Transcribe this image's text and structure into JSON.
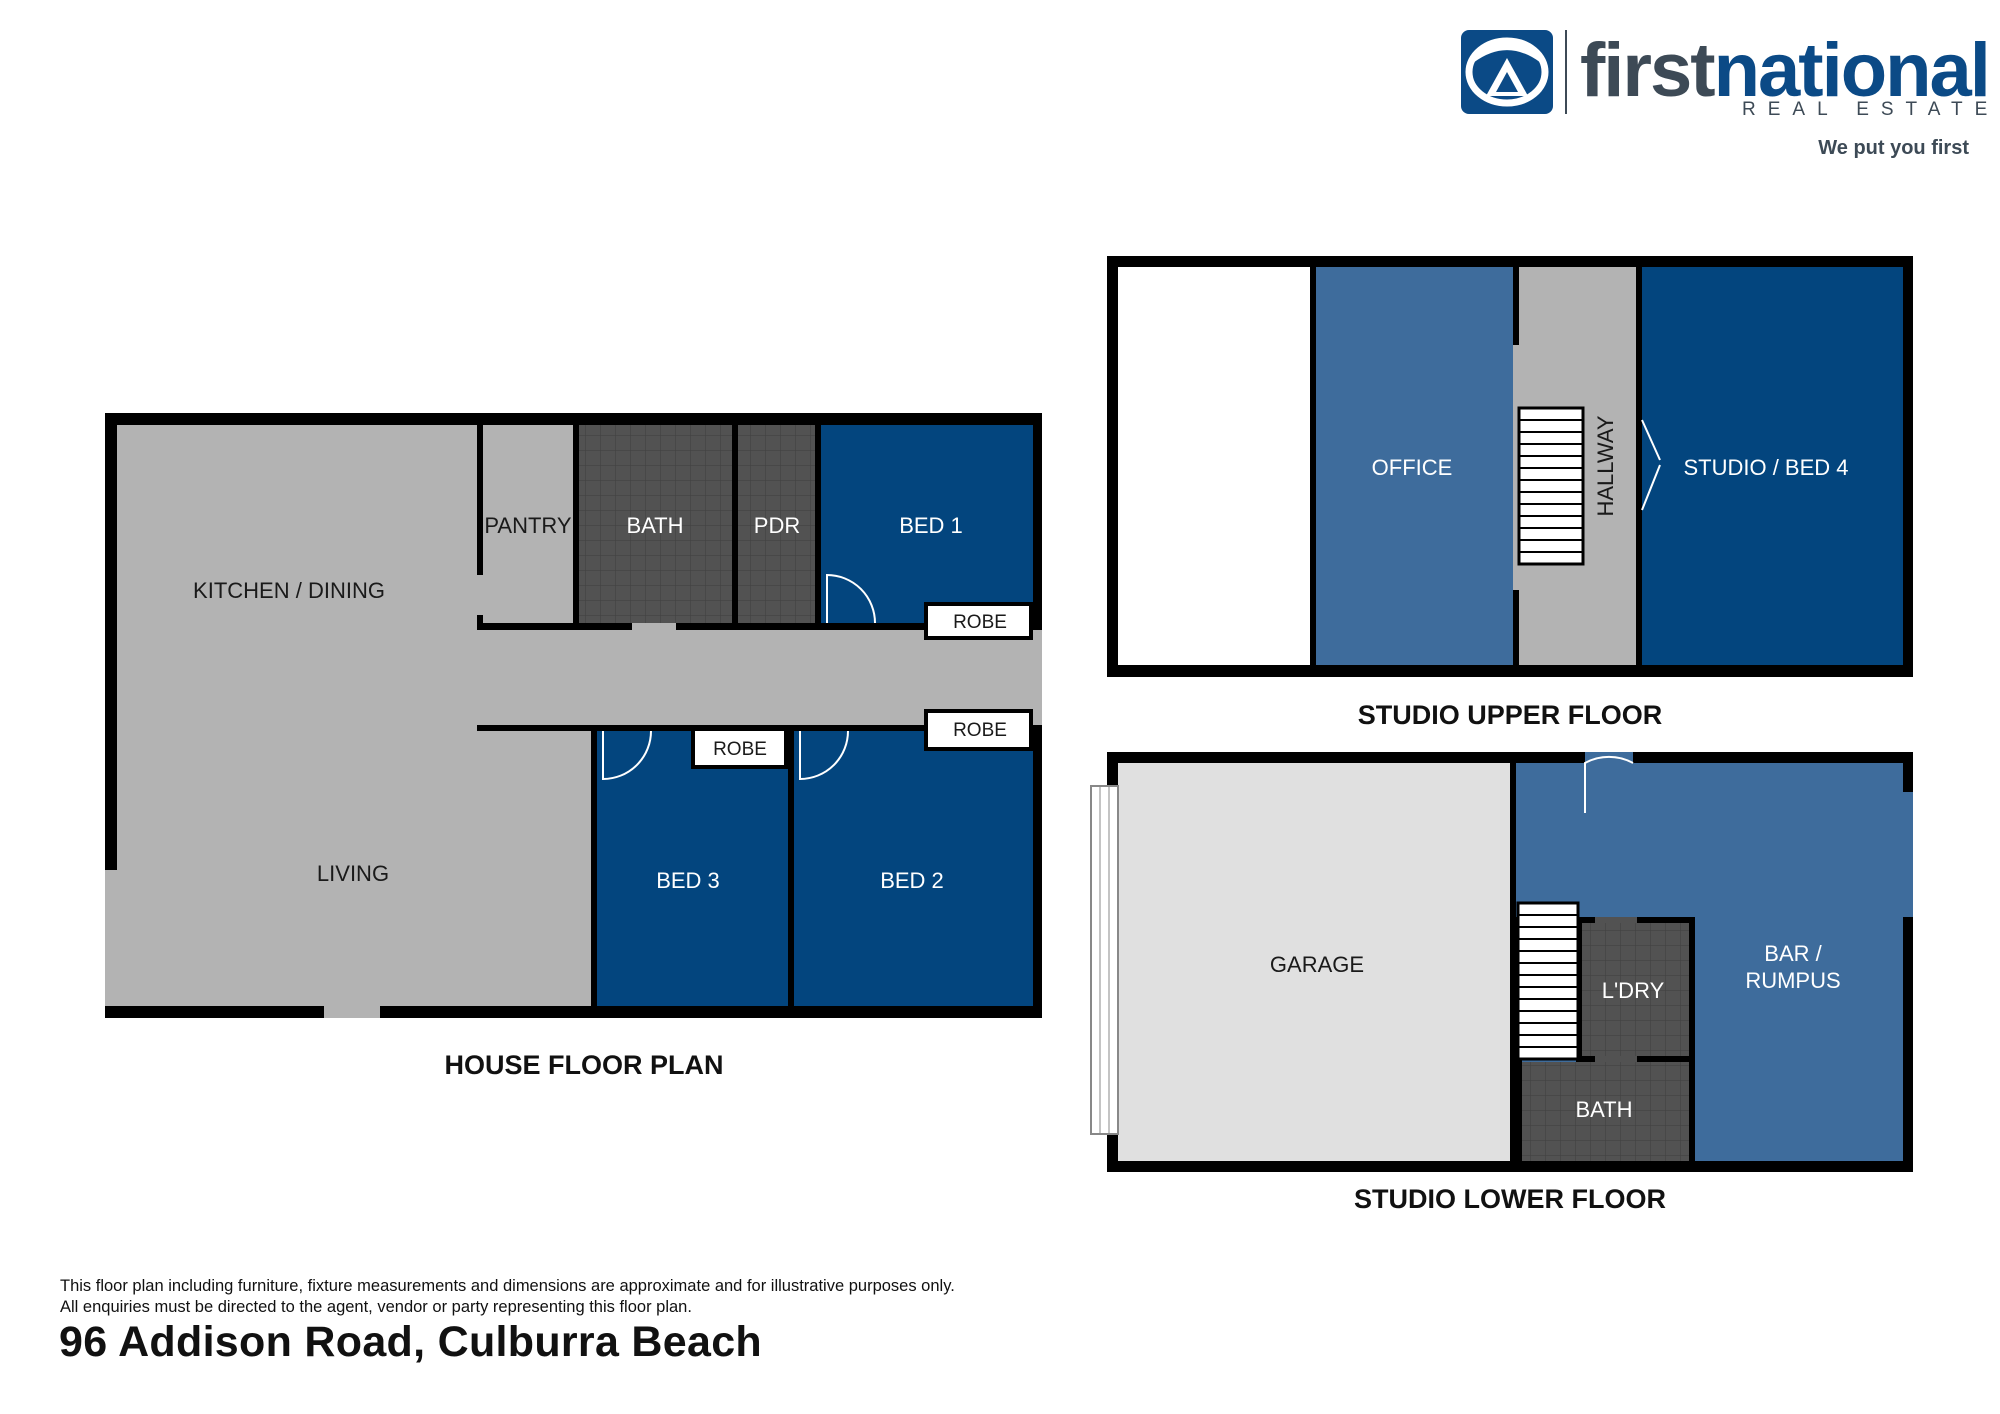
{
  "brand": {
    "name_part1": "first",
    "name_part2": "national",
    "subtitle": "REAL ESTATE",
    "slogan": "We put you first",
    "logo_icon": "first-national-emblem",
    "colors": {
      "navy": "#0b4a86",
      "slate": "#3d4a56"
    }
  },
  "colors": {
    "wall": "#000000",
    "common_area": "#b3b3b3",
    "wet_area": "#525252",
    "bedroom": "#03457e",
    "living_blue": "#3e6c9c",
    "garage": "#e0e0e0",
    "robe": "#ffffff"
  },
  "house": {
    "title": "HOUSE FLOOR PLAN",
    "rooms": {
      "kitchen": "KITCHEN / DINING",
      "living": "LIVING",
      "pantry": "PANTRY",
      "bath": "BATH",
      "pdr": "PDR",
      "bed1": "BED 1",
      "bed2": "BED 2",
      "bed3": "BED 3",
      "robe1": "ROBE",
      "robe2": "ROBE",
      "robe3": "ROBE"
    }
  },
  "studio_upper": {
    "title": "STUDIO UPPER FLOOR",
    "rooms": {
      "office": "OFFICE",
      "hallway": "HALLWAY",
      "studio": "STUDIO / BED 4"
    }
  },
  "studio_lower": {
    "title": "STUDIO LOWER FLOOR",
    "rooms": {
      "garage": "GARAGE",
      "bar_line1": "BAR /",
      "bar_line2": "RUMPUS",
      "laundry": "L'DRY",
      "bath": "BATH"
    }
  },
  "footer": {
    "disclaimer_line1": "This floor plan including furniture, fixture measurements and dimensions are approximate and for illustrative purposes only.",
    "disclaimer_line2": "All enquiries must be directed to the agent, vendor or party representing this floor plan.",
    "address": "96 Addison Road, Culburra Beach"
  }
}
